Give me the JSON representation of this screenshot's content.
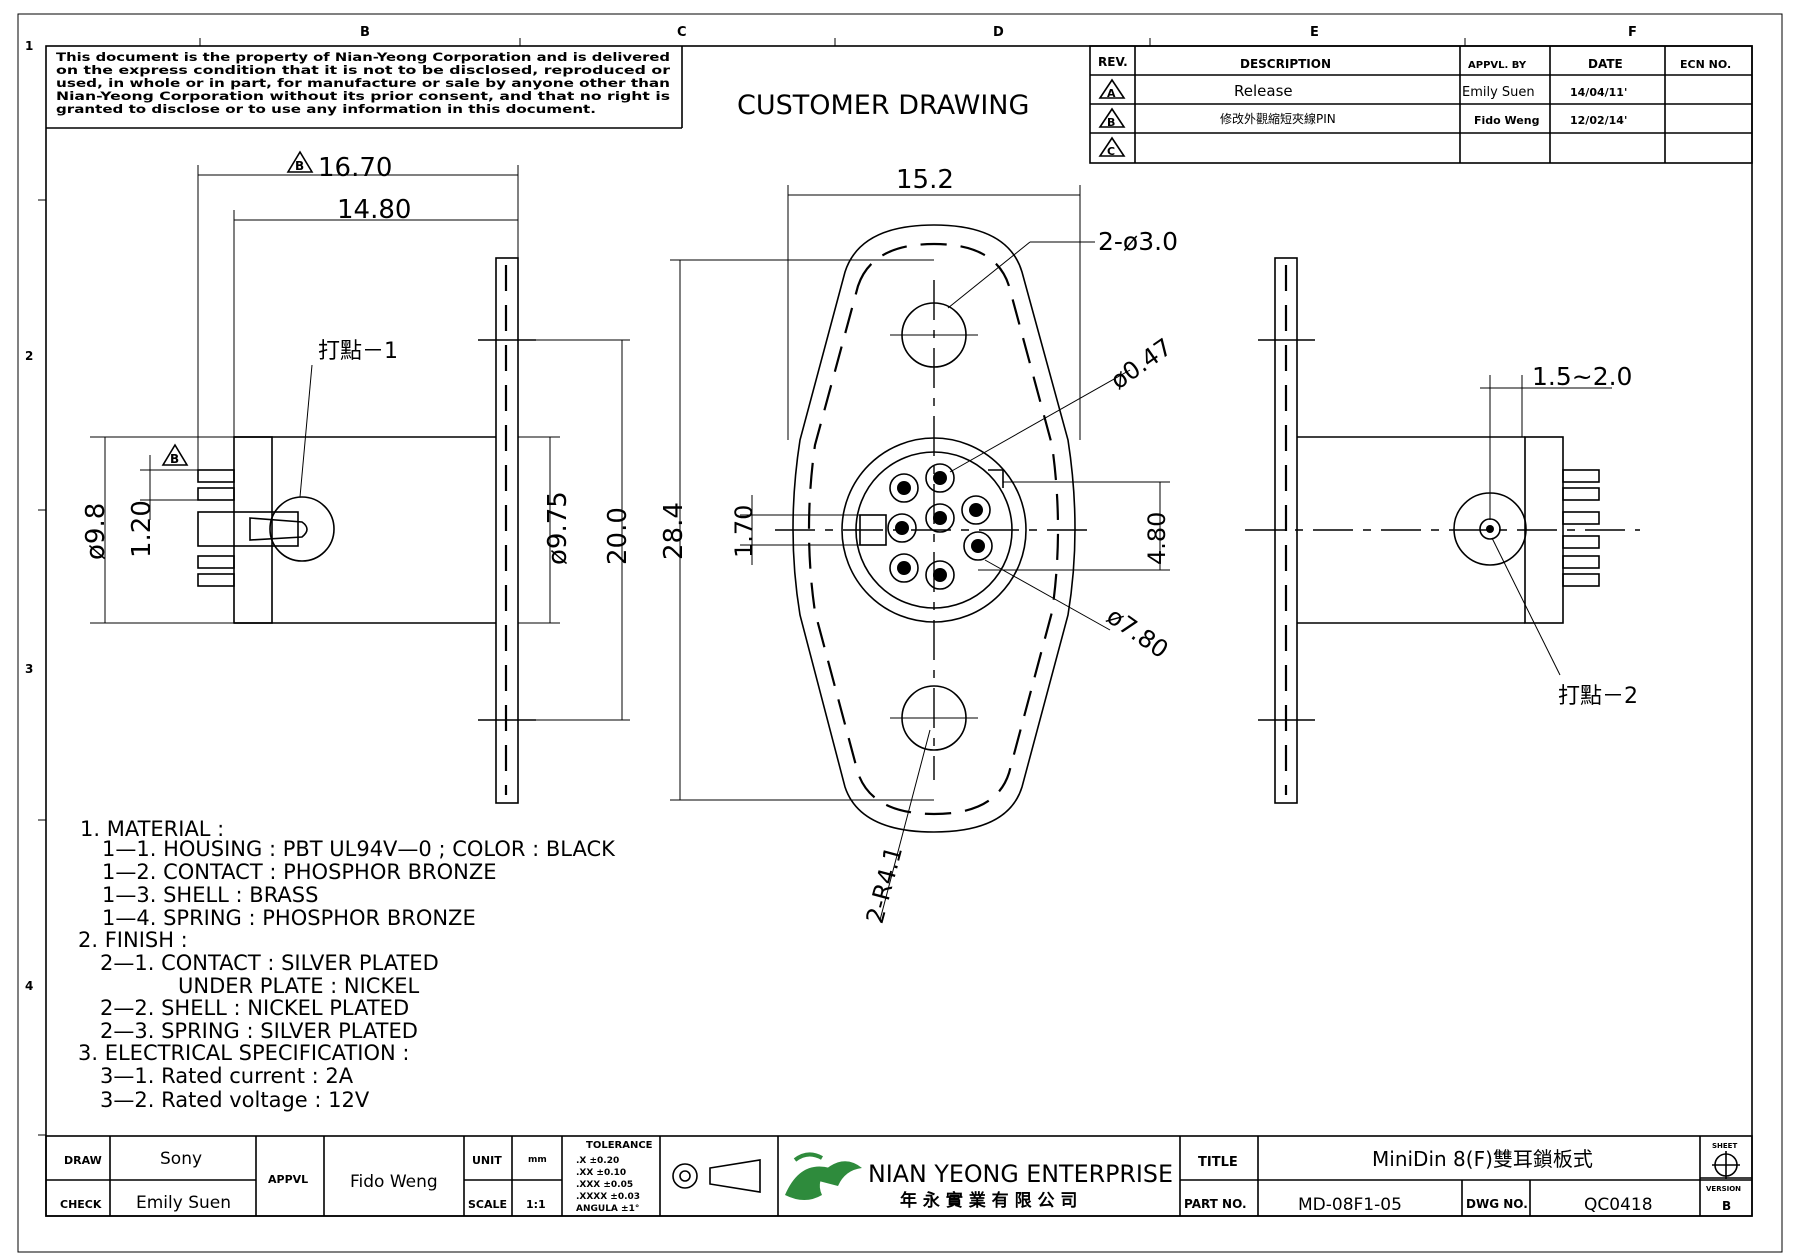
{
  "border": {
    "col_labels": [
      "B",
      "C",
      "D",
      "E",
      "F"
    ],
    "row_labels": [
      "1",
      "2",
      "3",
      "4"
    ]
  },
  "notice": [
    "This document is the property of Nian-Yeong Corporation and is delivered",
    "on the express condition that it is not to be disclosed, reproduced or",
    "used, in whole or in part, for manufacture or sale by anyone other than",
    "Nian-Yeong Corporation without its prior consent, and that no right is",
    "granted to disclose or to use any information in this document."
  ],
  "header_title": "CUSTOMER DRAWING",
  "revisions": {
    "headers": [
      "REV.",
      "DESCRIPTION",
      "APPVL. BY",
      "DATE",
      "ECN NO."
    ],
    "rows": [
      {
        "rev": "A",
        "description": "Release",
        "appvl": "Emily Suen",
        "date": "14/04/11'",
        "ecn": ""
      },
      {
        "rev": "B",
        "description": "修改外觀縮短夾線PIN",
        "appvl": "Fido Weng",
        "date": "12/02/14'",
        "ecn": ""
      },
      {
        "rev": "C",
        "description": "",
        "appvl": "",
        "date": "",
        "ecn": ""
      }
    ]
  },
  "dimensions": {
    "d16_70": "16.70",
    "d14_80": "14.80",
    "d15_2": "15.2",
    "d2_phi3": "2-ø3.0",
    "phi0_47": "ø0.47",
    "phi9_8": "ø9.8",
    "d1_20": "1.20",
    "phi9_75": "ø9.75",
    "d20_0": "20.0",
    "d28_4": "28.4",
    "d1_70": "1.70",
    "d4_80": "4.80",
    "phi7_80": "ø7.80",
    "d2_r4_1": "2-R4.1",
    "d1_5_2_0": "1.5~2.0",
    "dot1": "打點－1",
    "dot2": "打點－2",
    "rev_b_tag": "B"
  },
  "notes": [
    "1. MATERIAL :",
    "1—1. HOUSING : PBT UL94V—0 ; COLOR : BLACK",
    "1—2. CONTACT : PHOSPHOR BRONZE",
    "1—3. SHELL : BRASS",
    "1—4. SPRING : PHOSPHOR BRONZE",
    "2. FINISH :",
    "2—1. CONTACT : SILVER PLATED",
    "UNDER PLATE : NICKEL",
    "2—2. SHELL : NICKEL PLATED",
    "2—3. SPRING : SILVER PLATED",
    "3. ELECTRICAL SPECIFICATION :",
    "3—1. Rated current : 2A",
    "3—2. Rated voltage : 12V"
  ],
  "title_block": {
    "draw_label": "DRAW",
    "draw_value": "Sony",
    "check_label": "CHECK",
    "check_value": "Emily Suen",
    "appvl_label": "APPVL",
    "appvl_value": "Fido Weng",
    "unit_label": "UNIT",
    "unit_value": "mm",
    "scale_label": "SCALE",
    "scale_value": "1:1",
    "tolerance_title": "TOLERANCE",
    "tolerance_rows": [
      ".X  ±0.20",
      ".XX  ±0.10",
      ".XXX  ±0.05",
      ".XXXX  ±0.03",
      "ANGULA  ±1°"
    ],
    "company_en": "NIAN YEONG ENTERPRISE",
    "company_zh": "年 永 實 業 有 限 公 司",
    "title_label": "TITLE",
    "title_value": "MiniDin 8(F)雙耳鎖板式",
    "part_label": "PART NO.",
    "part_value": "MD-08F1-05",
    "dwg_label": "DWG NO.",
    "dwg_value": "QC0418",
    "sheet_label": "SHEET",
    "version_label": "VERSION",
    "version_value": "B"
  }
}
